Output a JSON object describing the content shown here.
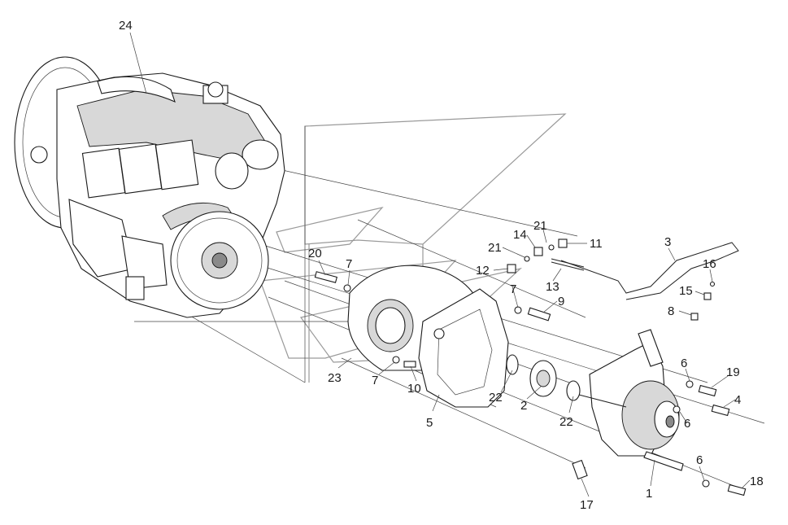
{
  "diagram": {
    "type": "exploded-parts-view",
    "callouts": [
      {
        "id": "c1",
        "text": "1"
      },
      {
        "id": "c2",
        "text": "2"
      },
      {
        "id": "c3",
        "text": "3"
      },
      {
        "id": "c4",
        "text": "4"
      },
      {
        "id": "c5",
        "text": "5"
      },
      {
        "id": "c6a",
        "text": "6"
      },
      {
        "id": "c6b",
        "text": "6"
      },
      {
        "id": "c6c",
        "text": "6"
      },
      {
        "id": "c7a",
        "text": "7"
      },
      {
        "id": "c7b",
        "text": "7"
      },
      {
        "id": "c7c",
        "text": "7"
      },
      {
        "id": "c8",
        "text": "8"
      },
      {
        "id": "c9",
        "text": "9"
      },
      {
        "id": "c10",
        "text": "10"
      },
      {
        "id": "c11",
        "text": "11"
      },
      {
        "id": "c12",
        "text": "12"
      },
      {
        "id": "c13",
        "text": "13"
      },
      {
        "id": "c14",
        "text": "14"
      },
      {
        "id": "c15",
        "text": "15"
      },
      {
        "id": "c16",
        "text": "16"
      },
      {
        "id": "c17",
        "text": "17"
      },
      {
        "id": "c18",
        "text": "18"
      },
      {
        "id": "c19",
        "text": "19"
      },
      {
        "id": "c20",
        "text": "20"
      },
      {
        "id": "c21a",
        "text": "21"
      },
      {
        "id": "c21b",
        "text": "21"
      },
      {
        "id": "c22a",
        "text": "22"
      },
      {
        "id": "c22b",
        "text": "22"
      },
      {
        "id": "c23",
        "text": "23"
      },
      {
        "id": "c24",
        "text": "24"
      }
    ]
  }
}
